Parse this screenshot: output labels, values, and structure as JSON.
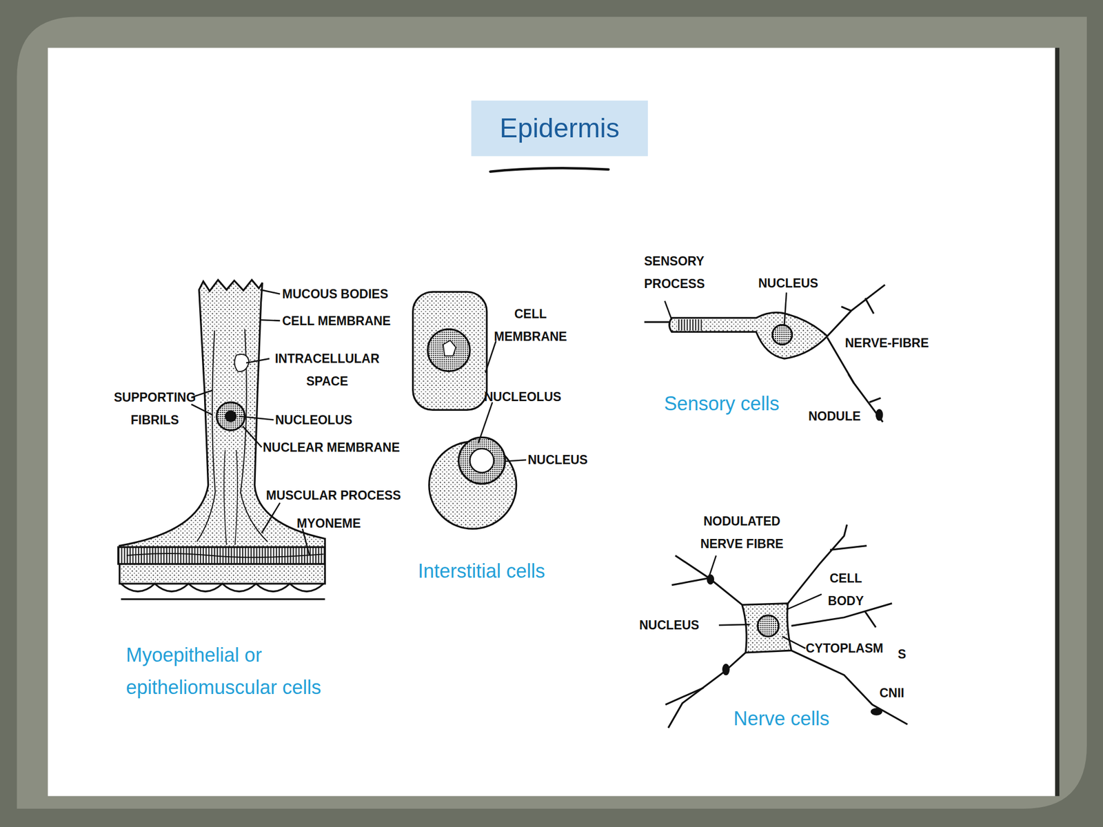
{
  "diagram": {
    "title": "Epidermis",
    "labels": [
      "MUCOUS BODIES",
      "CELL MEMBRANE",
      "INTRACELLULAR SPACE",
      "SUPPORTING FIBRILS",
      "NUCLEOLUS",
      "NUCLEAR MEMBRANE",
      "MUSCULAR PROCESS",
      "MYONEME",
      "Myoepithelial or epitheliomuscular cells",
      "CELL MEMBRANE",
      "NUCLEOLUS",
      "NUCLEUS",
      "Interstitial cells",
      "SENSORY PROCESS",
      "NUCLEUS",
      "NERVE-FIBRE",
      "Sensory cells",
      "NODULE",
      "NODULATED NERVE FIBRE",
      "CELL BODY",
      "NUCLEUS",
      "CYTOPLASM",
      "S",
      "CNII",
      "Nerve cells"
    ]
  }
}
